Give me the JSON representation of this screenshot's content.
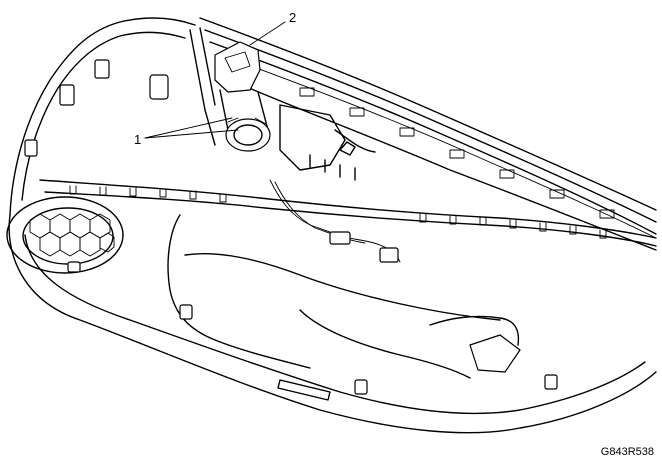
{
  "diagram": {
    "callouts": [
      {
        "id": "1",
        "label": "1"
      },
      {
        "id": "2",
        "label": "2"
      }
    ],
    "figure_code": "G843R538"
  }
}
